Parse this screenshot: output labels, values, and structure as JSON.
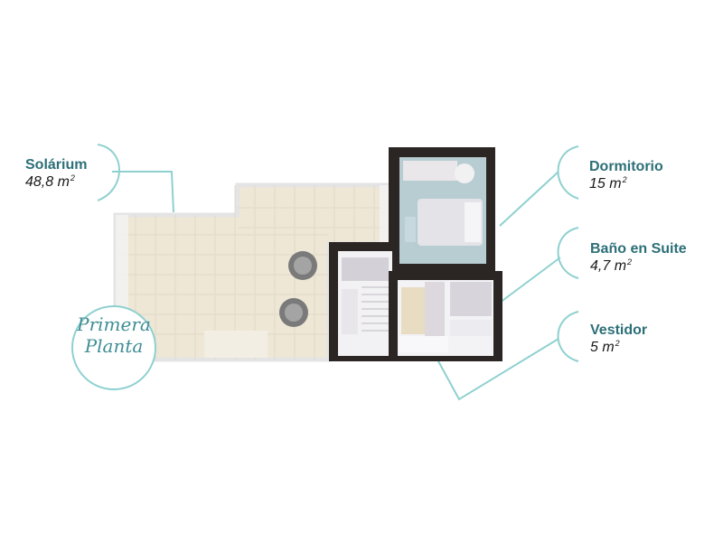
{
  "rooms": {
    "solarium": {
      "name": "Solárium",
      "area": "48,8 m",
      "sup": "2"
    },
    "dormitorio": {
      "name": "Dormitorio",
      "area": "15 m",
      "sup": "2"
    },
    "bano": {
      "name": "Baño en Suite",
      "area": "4,7 m",
      "sup": "2"
    },
    "vestidor": {
      "name": "Vestidor",
      "area": "5 m",
      "sup": "2"
    }
  },
  "floor_label": {
    "line1": "Primera",
    "line2": "Planta"
  },
  "colors": {
    "accent": "#8fd0d0",
    "label": "#2c6f77",
    "wall": "#2b2524",
    "tile": "#efe8d8",
    "bed_floor": "#b8cdd2"
  }
}
